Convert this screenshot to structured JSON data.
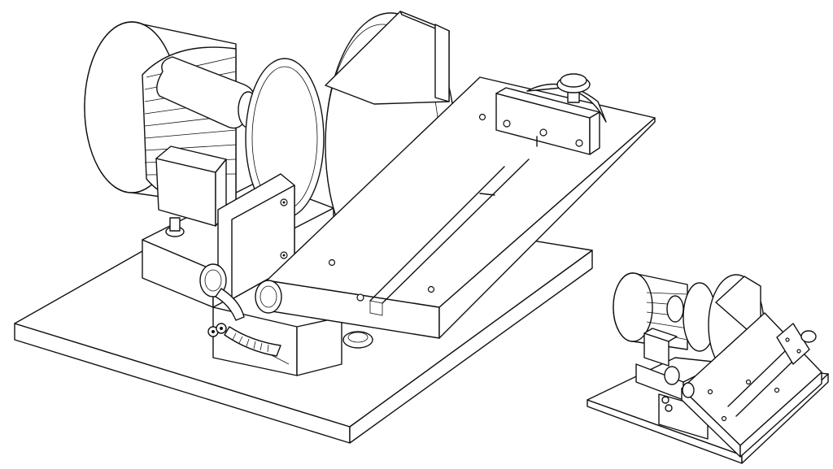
{
  "drawing": {
    "line_color": "#111111",
    "background_color": "#ffffff",
    "views": [
      {
        "id": "main-view",
        "angle": "horizontal"
      },
      {
        "id": "inset-view",
        "angle": "tilted"
      }
    ]
  }
}
